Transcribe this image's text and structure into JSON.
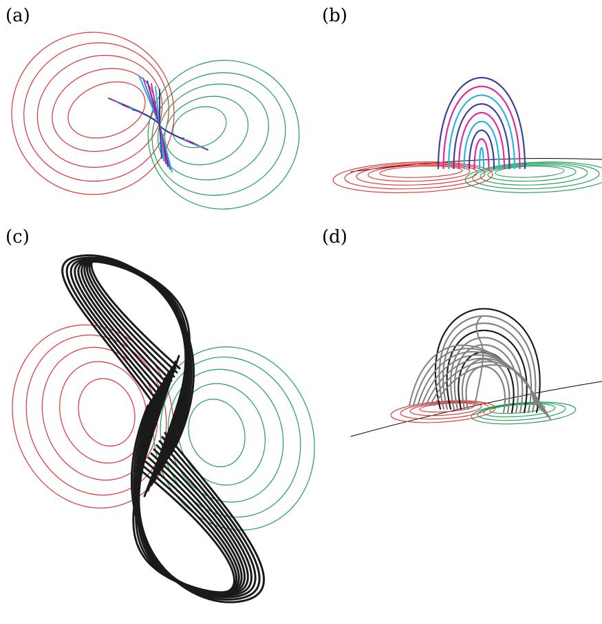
{
  "panels": [
    {
      "id": "a",
      "label": "(a)"
    },
    {
      "id": "b",
      "label": "(b)"
    },
    {
      "id": "c",
      "label": "(c)"
    },
    {
      "id": "d",
      "label": "(d)"
    }
  ],
  "colors": {
    "red": "#e03131",
    "green": "#1f9e55",
    "navy": "#3b3d9a",
    "magenta": "#e0279a",
    "cyan": "#1fb6e6",
    "purple": "#8a4fd0",
    "black": "#1a1a1a",
    "gray": "#808080",
    "surface": "#000000"
  }
}
